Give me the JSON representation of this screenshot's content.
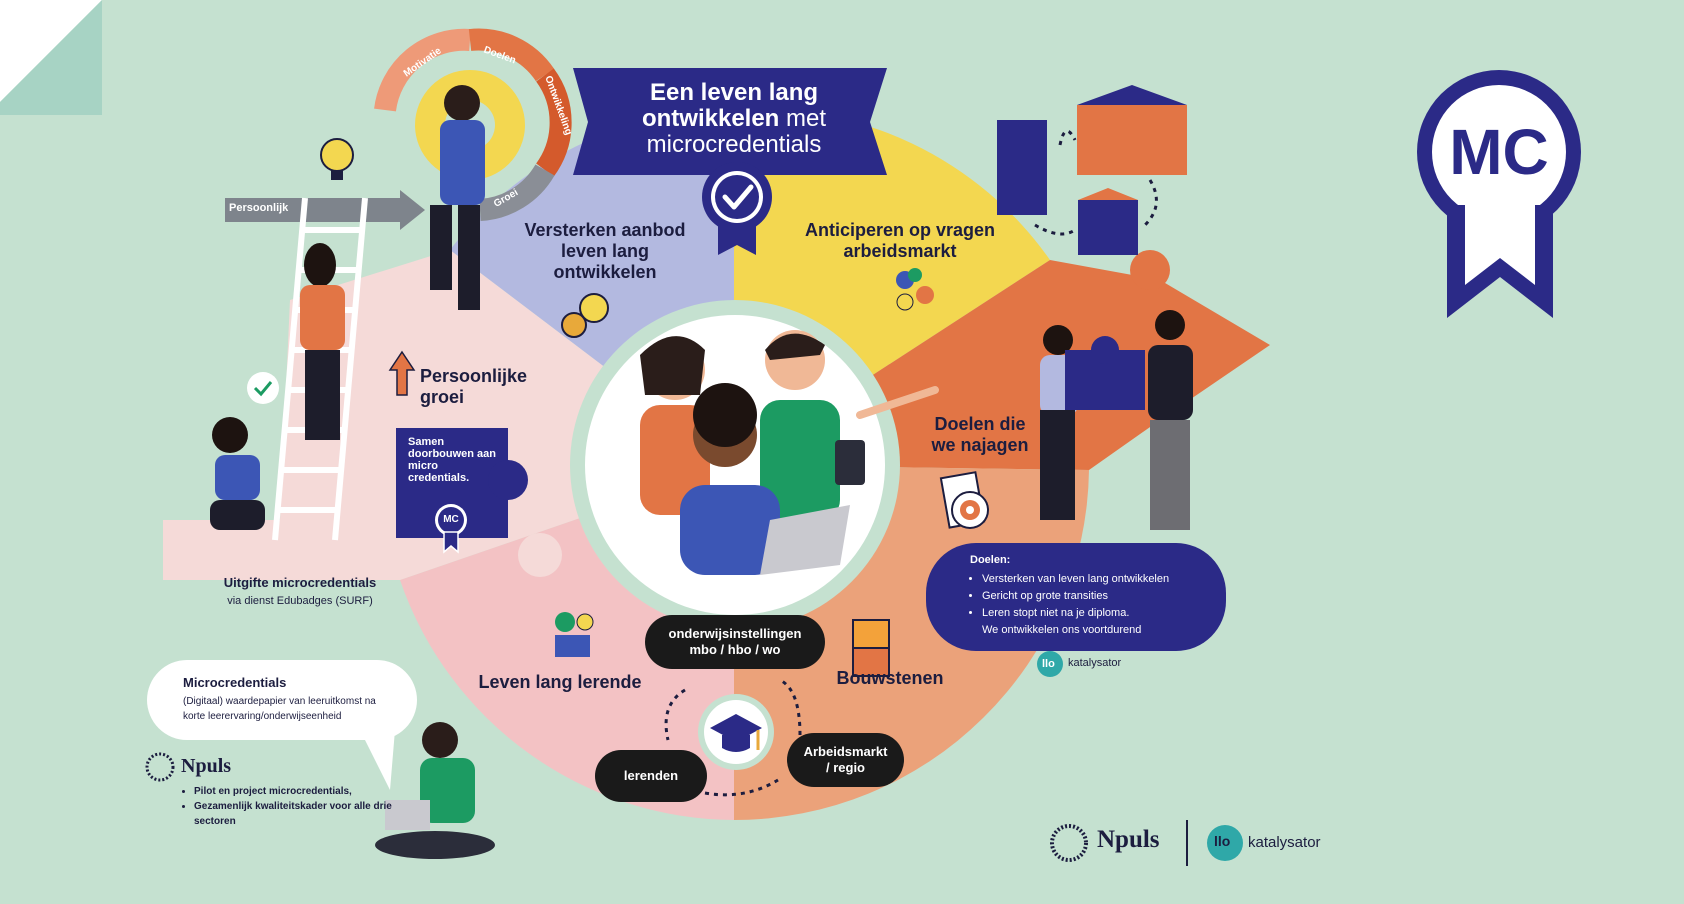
{
  "banner": {
    "line1": "Een leven lang",
    "line2_bold": "ontwikkelen",
    "line2_rest": "met",
    "line3": "microcredentials"
  },
  "cycle": {
    "motivatie": "Motivatie",
    "doelen": "Doelen",
    "ontwikkeling": "Ontwikkeling",
    "groei": "Groei",
    "persoonlijk": "Persoonlijk"
  },
  "segments": {
    "versterken": "Versterken aanbod leven lang ontwikkelen",
    "anticiperen": "Anticiperen op vragen arbeidsmarkt",
    "doelen": "Doelen die we najagen",
    "bouwstenen": "Bouwstenen",
    "leven_lang": "Leven lang lerende",
    "groei": "Persoonlijke groei"
  },
  "puzzle_card": {
    "text": "Samen doorbouwen aan micro credentials.",
    "badge": "MC"
  },
  "uitgifte": {
    "title": "Uitgifte microcredentials",
    "sub": "via dienst Edubadges (SURF)"
  },
  "doelen_box": {
    "title": "Doelen:",
    "items": [
      "Versterken van leven lang ontwikkelen",
      "Gericht op grote transities",
      "Leren stopt niet na je diploma.",
      "We ontwikkelen ons voortdurend"
    ],
    "partner": "katalysator"
  },
  "flow": {
    "onderwijs_1": "onderwijsinstellingen",
    "onderwijs_2": "mbo / hbo / wo",
    "lerenden": "lerenden",
    "arbeidsmarkt_1": "Arbeidsmarkt",
    "arbeidsmarkt_2": "/ regio"
  },
  "speech": {
    "title": "Microcredentials",
    "text": "(Digitaal) waardepapier van leeruitkomst na korte leerervaring/onderwijseenheid"
  },
  "npuls_block": {
    "name": "Npuls",
    "items": [
      "Pilot en project microcredentials,",
      "Gezamenlijk kwaliteitskader voor alle drie sectoren"
    ]
  },
  "footer": {
    "npuls": "Npuls",
    "katalysator": "katalysator",
    "llo": "llo"
  },
  "big_badge": {
    "label": "MC"
  },
  "colors": {
    "background": "#c5e1d0",
    "navy": "#2b2a87",
    "purple_segment": "#b3b9e0",
    "yellow_segment": "#f3d750",
    "orange_segment": "#e27545",
    "peach_segment": "#eba27a",
    "pink_segment": "#f3c2c4",
    "light_pink_segment": "#f5dad8",
    "teal": "#2fa8a8"
  }
}
